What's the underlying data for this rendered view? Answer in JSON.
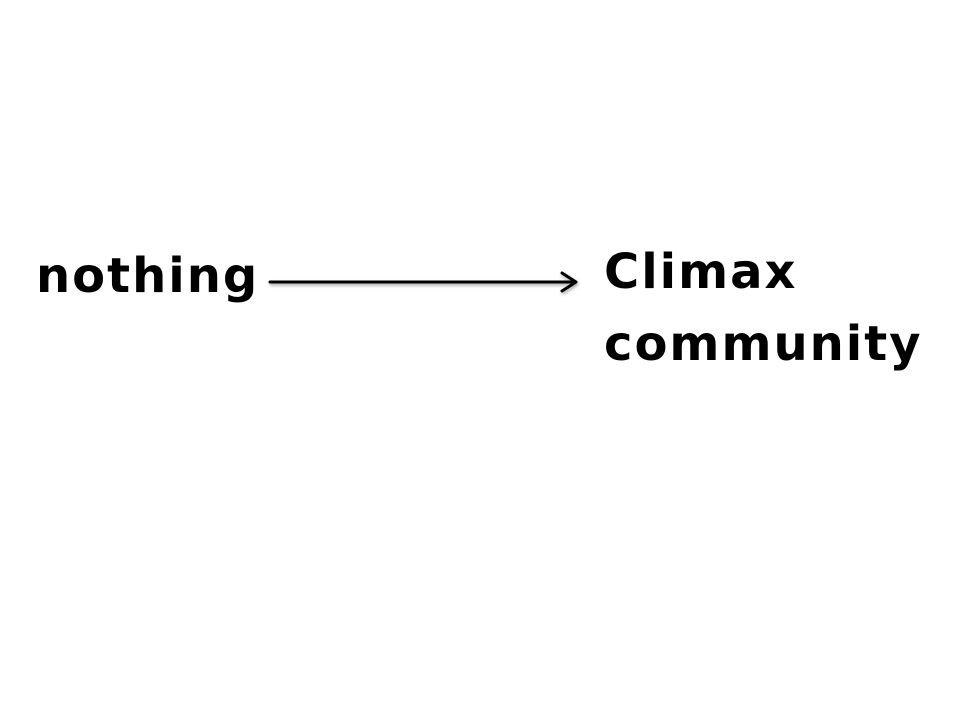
{
  "diagram": {
    "start_label": "nothing",
    "end_label_line1": "Climax",
    "end_label_line2": "community",
    "arrow_color": "#000000",
    "background_color": "#ffffff"
  }
}
